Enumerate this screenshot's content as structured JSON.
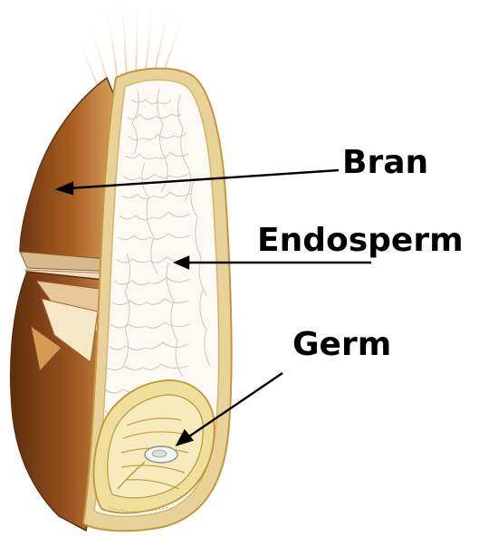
{
  "labels": {
    "bran": "Bran",
    "endosperm": "Endosperm",
    "germ": "Germ"
  },
  "colors": {
    "bran_dark": "#7a3f14",
    "bran_mid": "#b06a2a",
    "bran_light": "#d9a15e",
    "endosperm_fill": "#fbf7f3",
    "endosperm_texture": "#d8c3b8",
    "hull_outline": "#c99a48",
    "germ_fill": "#f2e3a0",
    "germ_line": "#b89a3c",
    "arrow": "#000000"
  }
}
